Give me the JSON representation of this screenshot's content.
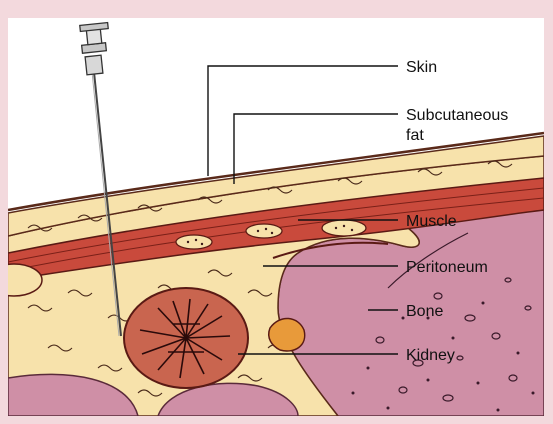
{
  "labels": {
    "skin": "Skin",
    "subcutaneous_line1": "Subcutaneous",
    "subcutaneous_line2": "fat",
    "muscle": "Muscle",
    "peritoneum": "Peritoneum",
    "bone": "Bone",
    "kidney": "Kidney"
  },
  "colors": {
    "frame": "#f3d9dd",
    "fat": "#f7e2ab",
    "muscle": "#c94a3c",
    "bone": "#cf8fa6",
    "kidney": "#c9654f"
  }
}
